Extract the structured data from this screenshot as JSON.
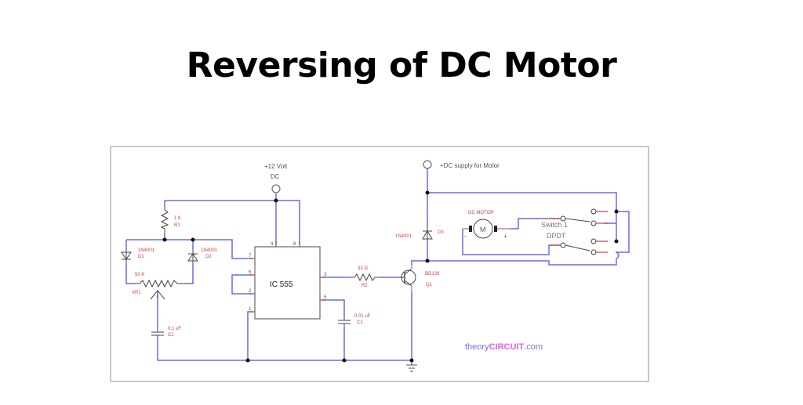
{
  "slide": {
    "title": "Reversing of DC Motor"
  },
  "schematic": {
    "supply_label_line1": "+12 Volt",
    "supply_label_line2": "DC",
    "motor_supply_label": "+DC supply for Motor",
    "ic_label": "IC 555",
    "ic_pins": {
      "p4": "4",
      "p8": "8",
      "p7": "7",
      "p6": "6",
      "p2": "2",
      "p1": "1",
      "p3": "3",
      "p5": "5"
    },
    "components": {
      "R1": {
        "value": "1 K",
        "ref": "R1"
      },
      "D1": {
        "value": "1N4001",
        "ref": "D1"
      },
      "D2": {
        "value": "1N4001",
        "ref": "D2"
      },
      "VR1": {
        "value": "50 K",
        "ref": "VR1"
      },
      "C1": {
        "value": "0.1 uF",
        "ref": "C1"
      },
      "C2": {
        "value": "0.01 uF",
        "ref": "C2"
      },
      "R2": {
        "value": "33 Ω",
        "ref": "R2"
      },
      "Q1": {
        "value": "BD139",
        "ref": "Q1"
      },
      "D3": {
        "value": "1N4001",
        "ref": "D3"
      },
      "motor": {
        "value": "DC MOTOR",
        "symbol": "M",
        "minus": "-",
        "plus": "+"
      },
      "switch": {
        "line1": "Switch 1",
        "line2": "DPDT"
      }
    },
    "watermark": {
      "prefix": "theory",
      "highlight": "CIRCUIT",
      "suffix": ".com",
      "prefix_color": "#7070e0",
      "highlight_color": "#e060e0"
    }
  }
}
